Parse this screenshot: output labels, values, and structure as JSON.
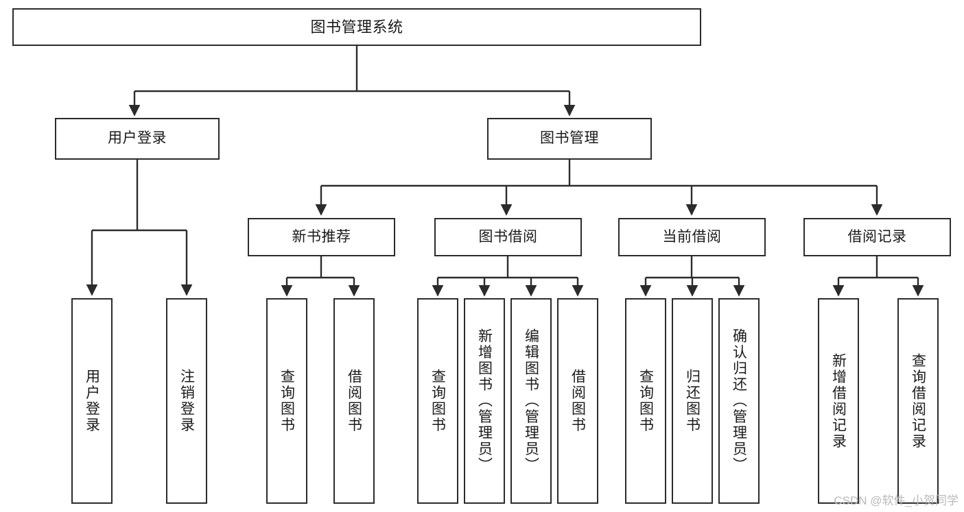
{
  "diagram": {
    "title": "图书管理系统",
    "type": "tree-hierarchy-chart",
    "colors": {
      "box_border": "#2b2b2b",
      "box_fill": "#ffffff",
      "connector": "#2b2b2b",
      "text": "#1a1a1a",
      "watermark": "#b9b9b9"
    },
    "root": {
      "label": "图书管理系统"
    },
    "level2": [
      {
        "label": "用户登录"
      },
      {
        "label": "图书管理"
      }
    ],
    "level3": [
      {
        "label": "新书推荐"
      },
      {
        "label": "图书借阅"
      },
      {
        "label": "当前借阅"
      },
      {
        "label": "借阅记录"
      }
    ],
    "leaves": {
      "user_login": [
        {
          "label": "用户登录"
        },
        {
          "label": "注销登录"
        }
      ],
      "new_book_recommend": [
        {
          "label": "查询图书"
        },
        {
          "label": "借阅图书"
        }
      ],
      "book_borrow": [
        {
          "label": "查询图书"
        },
        {
          "label": "新增图书（管理员）"
        },
        {
          "label": "编辑图书（管理员）"
        },
        {
          "label": "借阅图书"
        }
      ],
      "current_borrow": [
        {
          "label": "查询图书"
        },
        {
          "label": "归还图书"
        },
        {
          "label": "确认归还（管理员）"
        }
      ],
      "borrow_records": [
        {
          "label": "新增借阅记录"
        },
        {
          "label": "查询借阅记录"
        }
      ]
    },
    "watermark": "CSDN @软件_小贺同学"
  }
}
